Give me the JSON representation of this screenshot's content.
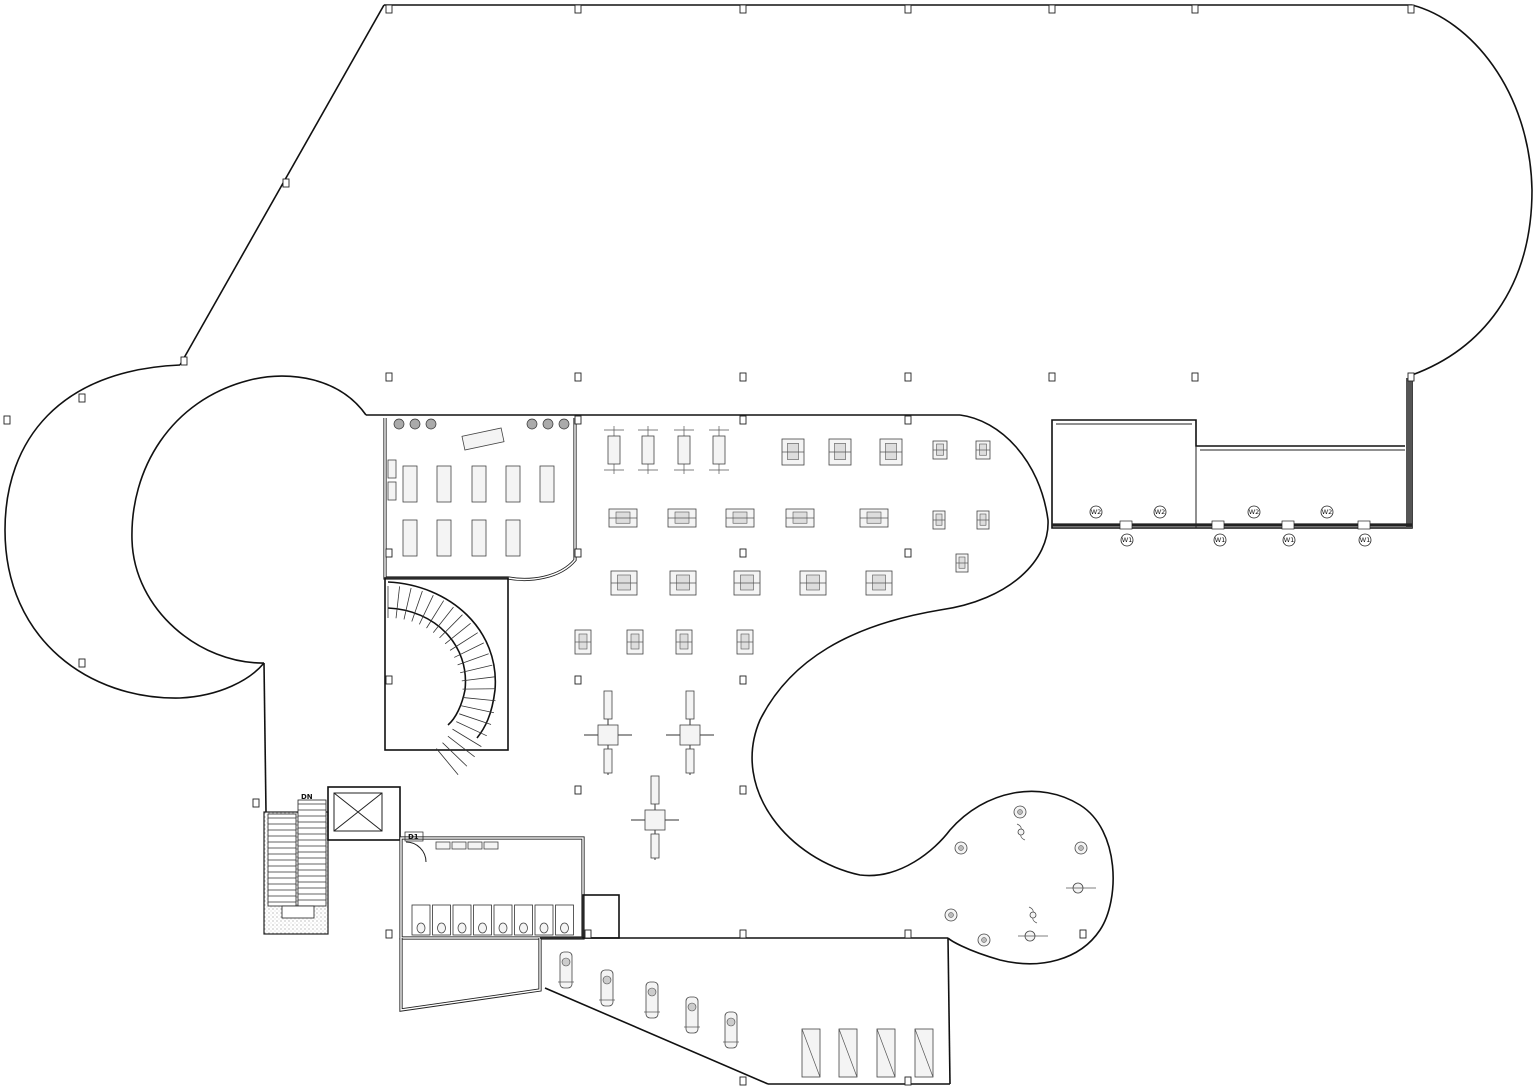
{
  "labels": {
    "stair_dn": "DN",
    "door_d1": "D1"
  },
  "window_tags": {
    "w2": [
      "W2",
      "W2",
      "W2",
      "W2"
    ],
    "w1": [
      "W1",
      "W1",
      "W1",
      "W1"
    ]
  },
  "colors": {
    "line": "#111111",
    "fill_equipment": "#f4f4f4",
    "background": "#ffffff"
  }
}
